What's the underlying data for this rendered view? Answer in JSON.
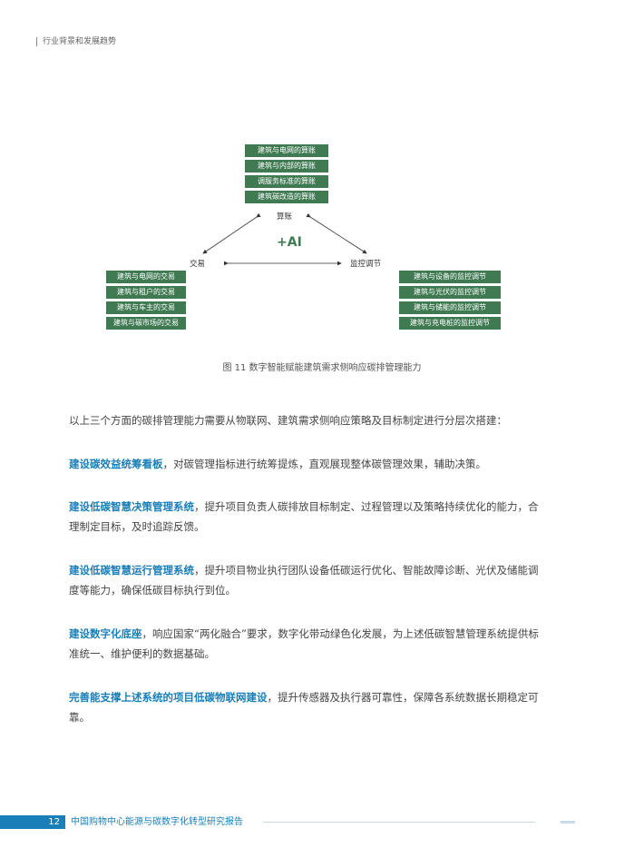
{
  "header": {
    "section": "行业背景和发展趋势"
  },
  "diagram": {
    "center_label": "+AI",
    "top_node": {
      "label": "算账",
      "items": [
        "建筑与电网的算账",
        "建筑与内部的算账",
        "调服务标准的算账",
        "建筑碳改造的算账"
      ]
    },
    "left_node": {
      "label": "交易",
      "items": [
        "建筑与电网的交易",
        "建筑与租户的交易",
        "建筑与车主的交易",
        "建筑与碳市场的交易"
      ]
    },
    "right_node": {
      "label": "监控调节",
      "items": [
        "建筑与设备的监控调节",
        "建筑与光伏的监控调节",
        "建筑与储能的监控调节",
        "建筑与充电桩的监控调节"
      ]
    },
    "caption": "图 11  数字智能赋能建筑需求侧响应碳排管理能力"
  },
  "body": {
    "intro": "以上三个方面的碳排管理能力需要从物联网、建筑需求侧响应策略及目标制定进行分层次搭建：",
    "paragraphs": [
      {
        "highlight": "建设碳效益统筹看板",
        "text": "，对碳管理指标进行统筹提炼，直观展现整体碳管理效果，辅助决策。"
      },
      {
        "highlight": "建设低碳智慧决策管理系统",
        "text": "，提升项目负责人碳排放目标制定、过程管理以及策略持续优化的能力，合理制定目标，及时追踪反馈。"
      },
      {
        "highlight": "建设低碳智慧运行管理系统",
        "text": "，提升项目物业执行团队设备低碳运行优化、智能故障诊断、光伏及储能调度等能力，确保低碳目标执行到位。"
      },
      {
        "highlight": "建设数字化底座",
        "text": "，响应国家“两化融合”要求，数字化带动绿色化发展，为上述低碳智慧管理系统提供标准统一、维护便利的数据基础。"
      },
      {
        "highlight": "完善能支撑上述系统的项目低碳物联网建设",
        "text": "，提升传感器及执行器可靠性，保障各系统数据长期稳定可靠。"
      }
    ]
  },
  "footer": {
    "page_number": "12",
    "title": "中国购物中心能源与碳数字化转型研究报告"
  }
}
